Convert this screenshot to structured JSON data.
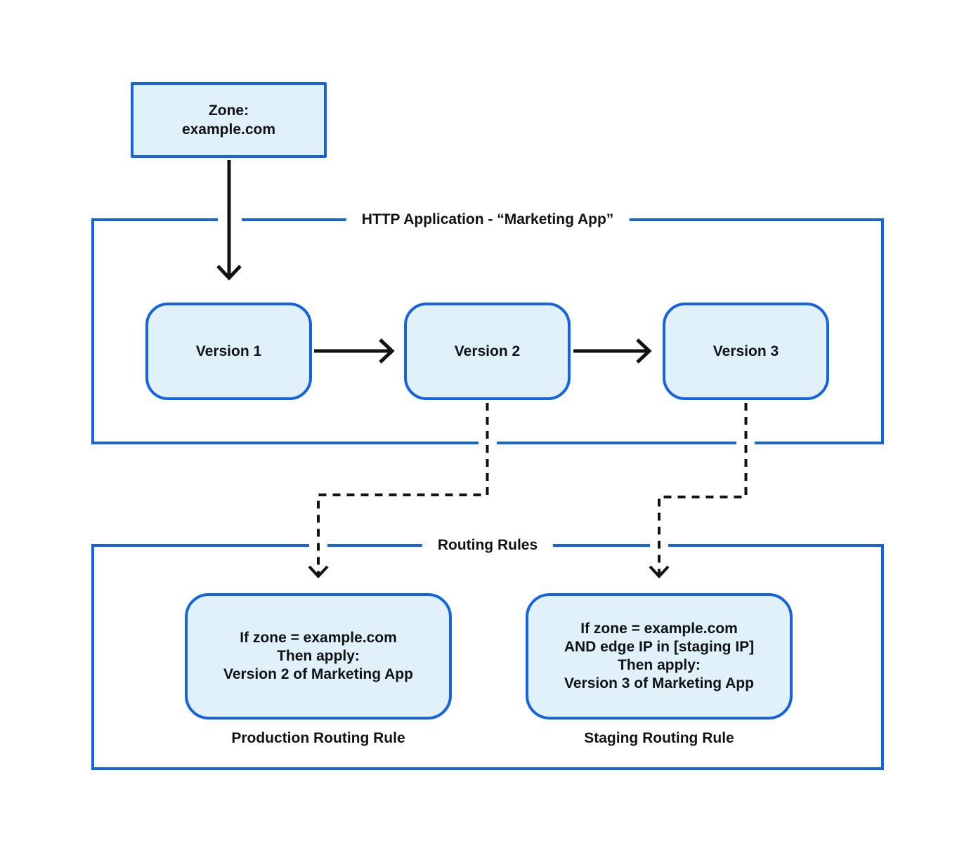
{
  "colors": {
    "border_blue": "#1463e0",
    "box_fill": "#e0f1fa",
    "line_black": "#101214",
    "background": "#ffffff"
  },
  "zone_box": {
    "line1": "Zone:",
    "line2": "example.com"
  },
  "http_app": {
    "title": "HTTP Application - “Marketing App”",
    "versions": [
      {
        "label": "Version 1"
      },
      {
        "label": "Version 2"
      },
      {
        "label": "Version 3"
      }
    ]
  },
  "routing": {
    "title": "Routing Rules",
    "production": {
      "lines": [
        "If zone = example.com",
        "Then apply:",
        "Version 2 of Marketing App"
      ],
      "caption": "Production Routing Rule"
    },
    "staging": {
      "lines": [
        "If zone = example.com",
        "AND edge IP in [staging IP]",
        "Then apply:",
        "Version 3 of Marketing App"
      ],
      "caption": "Staging Routing Rule"
    }
  },
  "connectors": {
    "zone_to_app": "solid-arrow",
    "v1_to_v2": "solid-arrow",
    "v2_to_v3": "solid-arrow",
    "v2_to_production_rule": "dashed-arrow",
    "v3_to_staging_rule": "dashed-arrow"
  }
}
